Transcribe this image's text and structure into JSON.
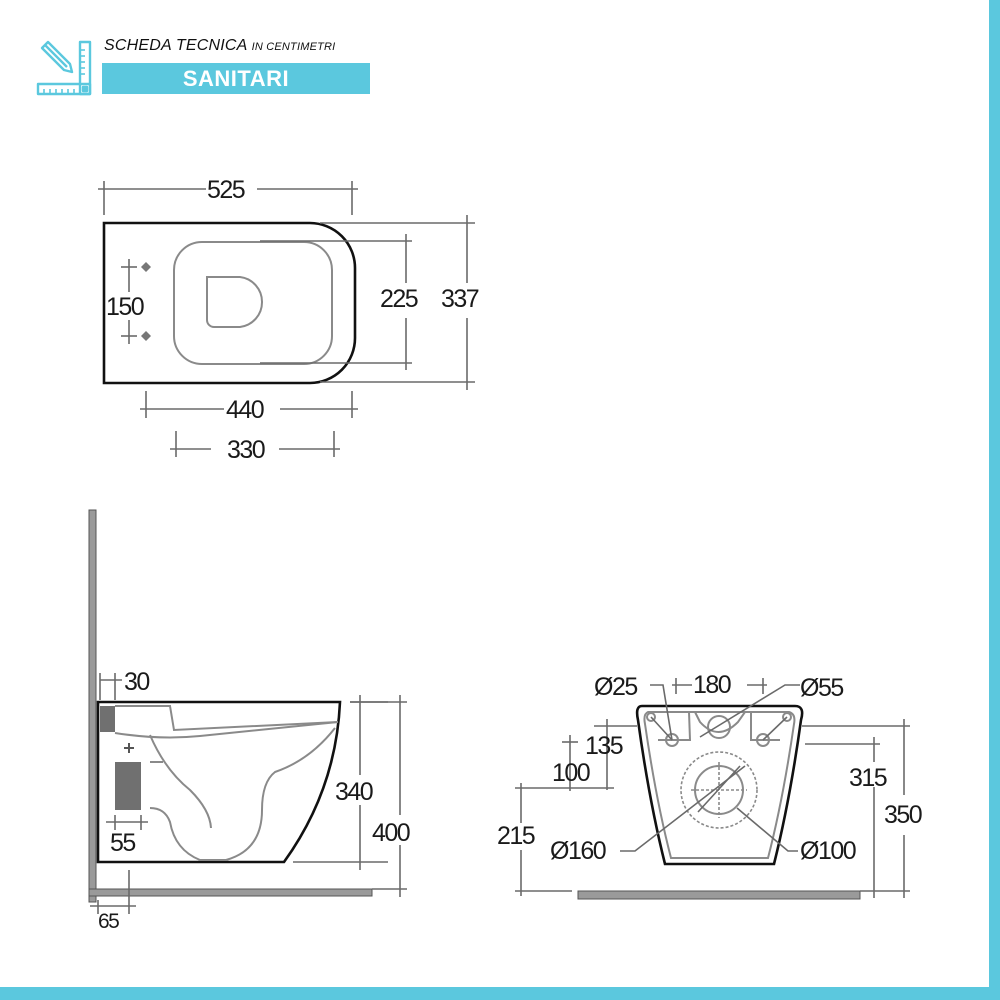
{
  "header": {
    "title": "SCHEDA TECNICA",
    "subtitle": "IN CENTIMETRI",
    "banner": "SANITARI",
    "icon": "ruler-pencil-icon",
    "accent_color": "#5bc8de"
  },
  "top_view": {
    "overall_length": "525",
    "bowl_length": "440",
    "inner_length": "330",
    "fixing_distance": "150",
    "inner_width": "225",
    "overall_width": "337"
  },
  "side_view": {
    "wall_gap": "30",
    "outlet_offset": "55",
    "floor_offset": "65",
    "bowl_height": "340",
    "total_height": "400"
  },
  "back_view": {
    "fixing_hole_diameter": "Ø25",
    "fixing_spacing": "180",
    "inlet_diameter": "Ø55",
    "fixing_height_top": "135",
    "fixing_height_bottom": "100",
    "outlet_height": "215",
    "outer_outlet_diameter": "Ø160",
    "inner_outlet_diameter": "Ø100",
    "inlet_height": "315",
    "total_height": "350"
  }
}
